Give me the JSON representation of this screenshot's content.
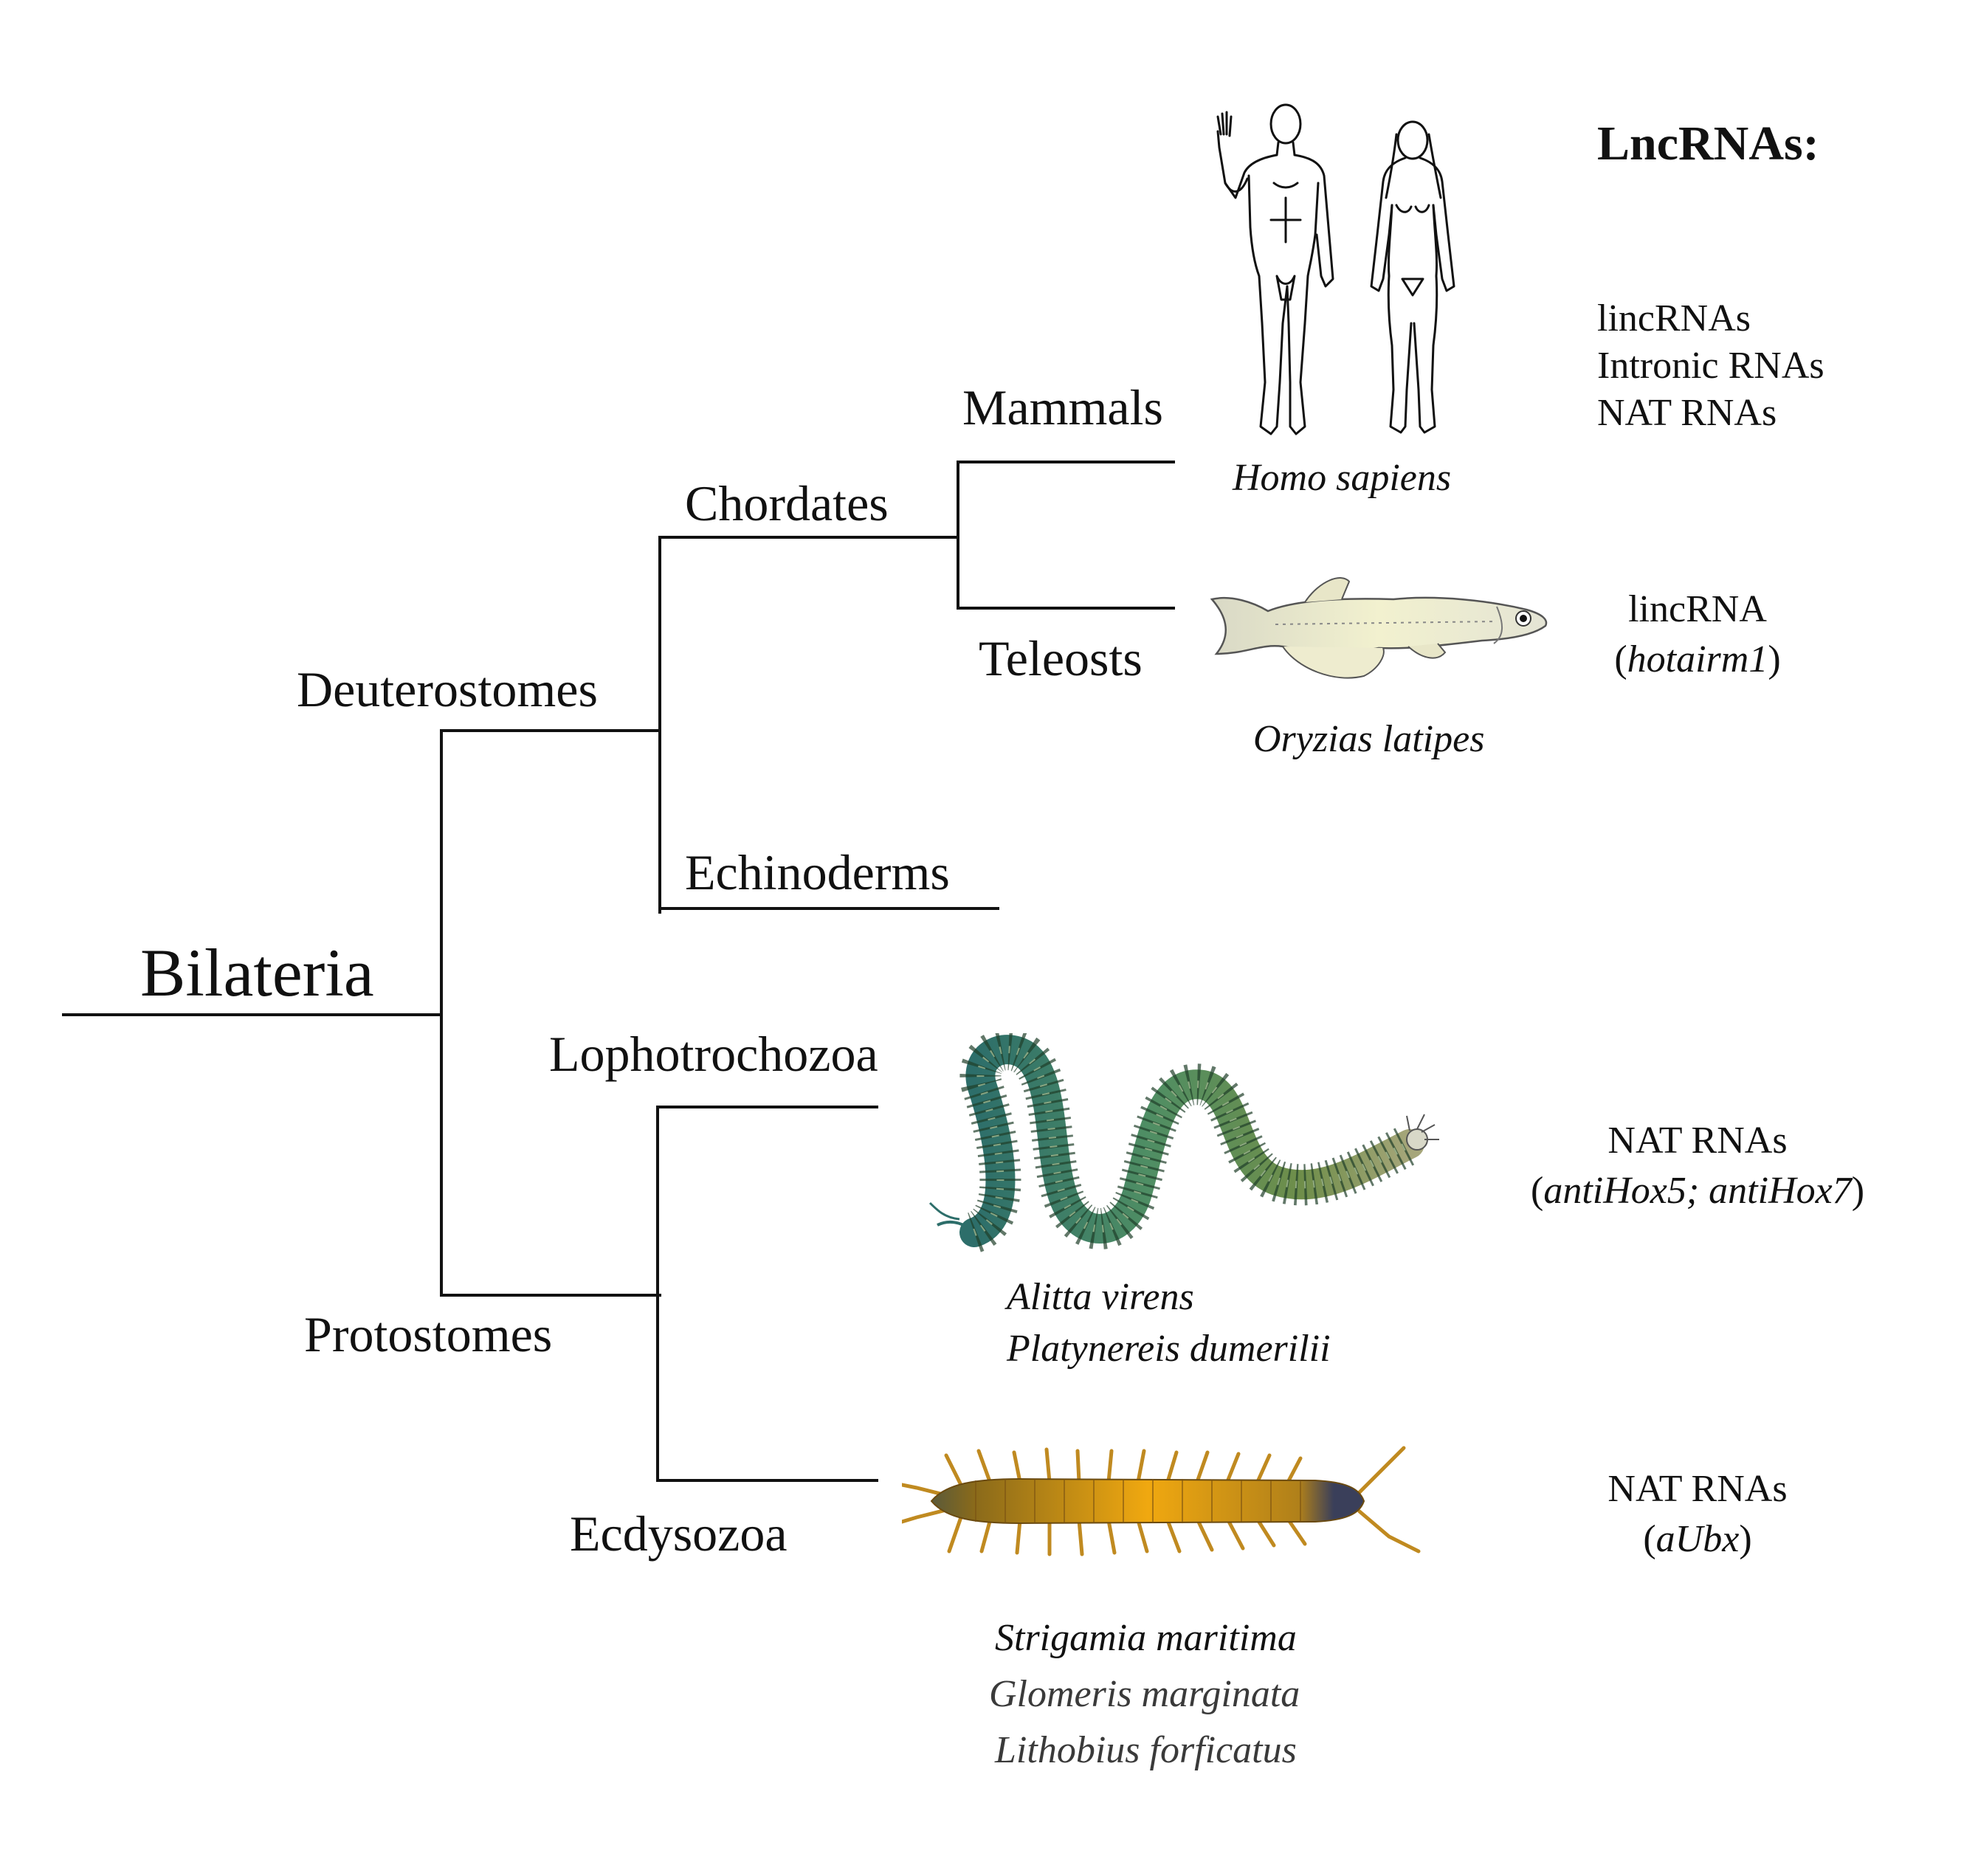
{
  "heading": "LncRNAs:",
  "clades": {
    "root": "Bilateria",
    "deuterostomes": "Deuterostomes",
    "protostomes": "Protostomes",
    "chordates": "Chordates",
    "echinoderms": "Echinoderms",
    "mammals": "Mammals",
    "teleosts": "Teleosts",
    "lophotrochozoa": "Lophotrochozoa",
    "ecdysozoa": "Ecdysozoa"
  },
  "species": {
    "mammal": "Homo sapiens",
    "teleost": "Oryzias latipes",
    "annelid_1": "Alitta virens",
    "annelid_2": "Platynereis dumerilii",
    "arthropod_1": "Strigamia maritima",
    "arthropod_2": "Glomeris marginata",
    "arthropod_3": "Lithobius forficatus"
  },
  "lncrnas": {
    "mammal": [
      "lincRNAs",
      "Intronic RNAs",
      "NAT RNAs"
    ],
    "teleost": {
      "type": "lincRNA",
      "open": "(",
      "gene": "hotairm1",
      "close": ")"
    },
    "annelid": {
      "type": "NAT RNAs",
      "open": "(",
      "gene": "antiHox5; antiHox7",
      "close": ")"
    },
    "arthropod": {
      "type": "NAT RNAs",
      "open": "(",
      "gene": "aUbx",
      "close": ")"
    }
  },
  "colors": {
    "line": "#111111",
    "worm": "#3f7a52",
    "worm_light": "#8fbf7a",
    "centipede": "#d99a1a",
    "centipede_dark": "#8a5a12",
    "fish": "#ece9c8"
  },
  "icons": [
    "human-figures-illustration",
    "medaka-fish-illustration",
    "nereid-worm-illustration",
    "centipede-illustration"
  ]
}
